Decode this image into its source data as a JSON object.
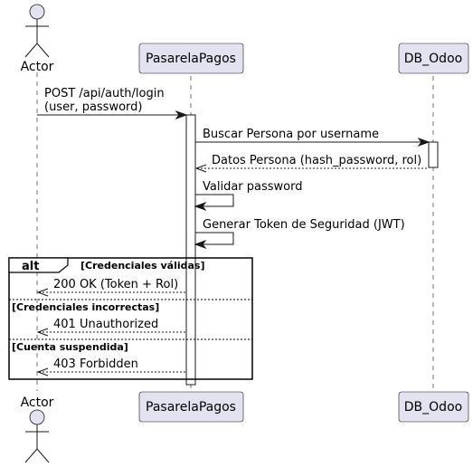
{
  "participants": {
    "actor": "Actor",
    "pasarela": "PasarelaPagos",
    "db": "DB_Odoo"
  },
  "messages": {
    "m1_line1": "POST /api/auth/login",
    "m1_line2": "(user, password)",
    "m2": "Buscar Persona por username",
    "m3": "Datos Persona (hash_password, rol)",
    "m4": "Validar password",
    "m5": "Generar Token de Seguridad (JWT)",
    "r1": "200 OK (Token + Rol)",
    "r2": "401 Unauthorized",
    "r3": "403 Forbidden"
  },
  "alt": {
    "keyword": "alt",
    "guard1": "[Credenciales válidas]",
    "guard2": "[Credenciales incorrectas]",
    "guard3": "[Cuenta suspendida]"
  },
  "colors": {
    "participant_fill": "#e2e2f0",
    "line": "#181818"
  }
}
